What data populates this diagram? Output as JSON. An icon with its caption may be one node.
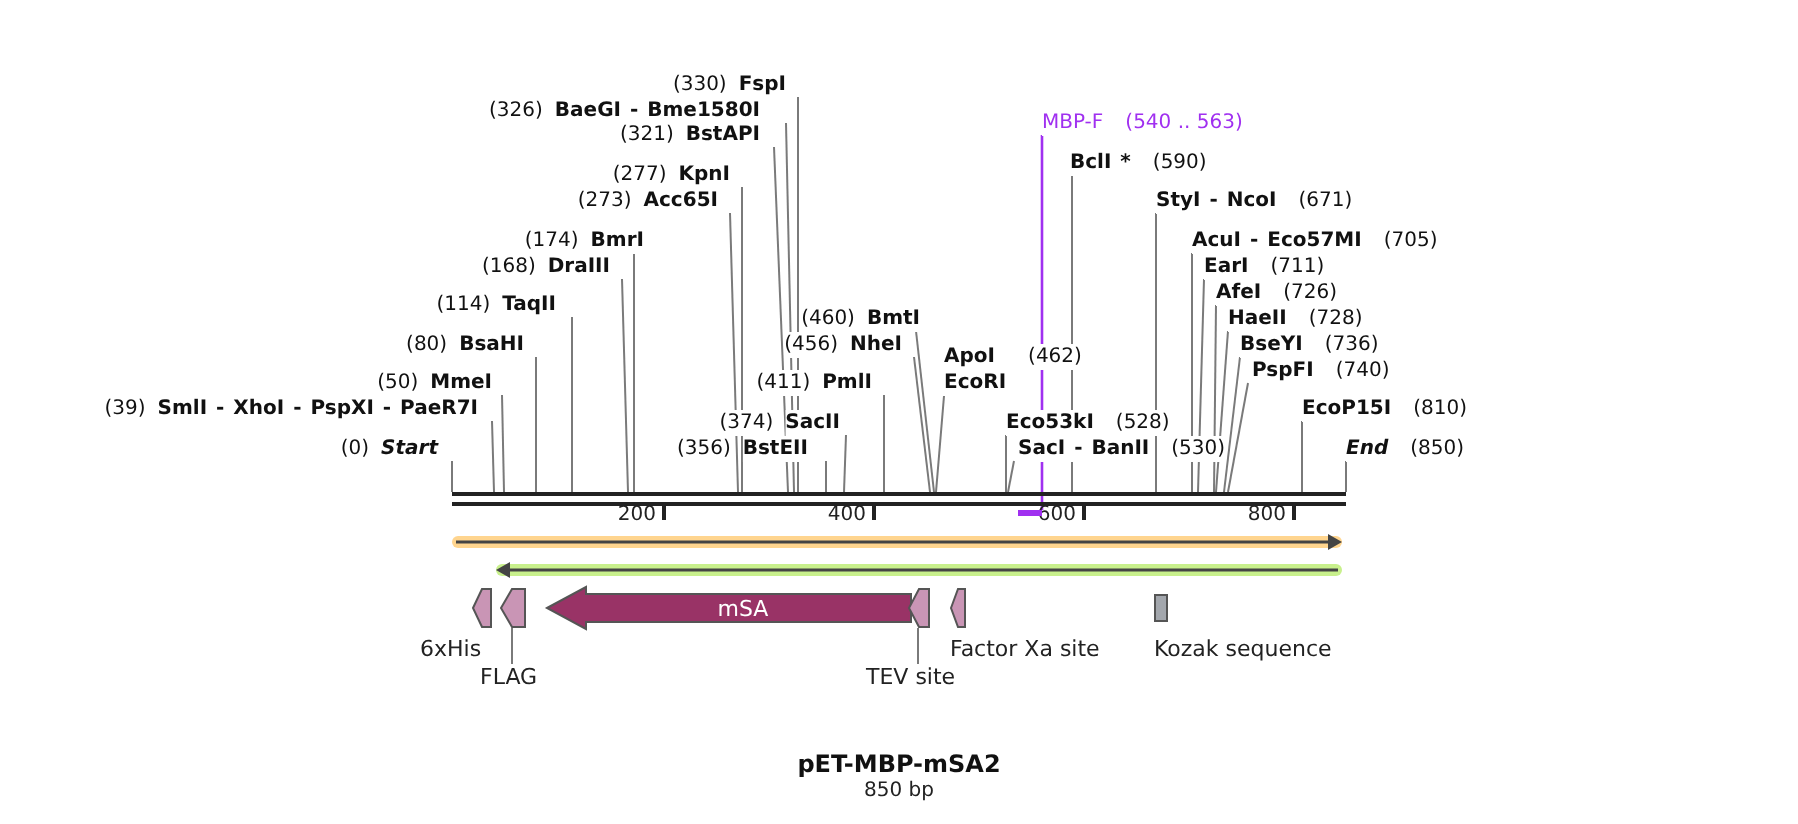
{
  "diagram": {
    "title": "pET-MBP-mSA2",
    "caption": "850 bp",
    "nodes": [
      {
        "text": [
          "(330)",
          "FspI"
        ]
      },
      {
        "text": [
          "(326)",
          "BaeGI - Bme1580I"
        ]
      },
      {
        "text": [
          "MBP-F",
          "(540 .. 563)"
        ]
      },
      {
        "text": [
          "(321)",
          "BstAPI"
        ]
      },
      {
        "text": [
          "BclI *",
          "(590)"
        ]
      },
      {
        "text": [
          "(277)",
          "KpnI"
        ]
      },
      {
        "text": [
          "(273)",
          "Acc65I"
        ]
      },
      {
        "text": [
          "StyI - NcoI",
          "(671)"
        ]
      },
      {
        "text": [
          "(174)",
          "BmrI"
        ]
      },
      {
        "text": [
          "AcuI - Eco57MI",
          "(705)"
        ]
      },
      {
        "text": [
          "(168)",
          "DraIII"
        ]
      },
      {
        "text": [
          "EarI",
          "(711)"
        ]
      },
      {
        "text": [
          "AfeI",
          "(726)"
        ]
      },
      {
        "text": [
          "(114)",
          "TaqII"
        ]
      },
      {
        "text": [
          "(460)",
          "BmtI"
        ]
      },
      {
        "text": [
          "HaeII",
          "(728)"
        ]
      },
      {
        "text": [
          "(80)",
          "BsaHI"
        ]
      },
      {
        "text": [
          "(456)",
          "NheI"
        ]
      },
      {
        "text": [
          "BseYI",
          "(736)"
        ]
      },
      {
        "text": [
          "ApoI EcoRI",
          "(462)"
        ]
      },
      {
        "text": [
          "(50)",
          "MmeI"
        ]
      },
      {
        "text": [
          "PspFI",
          "(740)"
        ]
      },
      {
        "text": [
          "(39)",
          "SmlI - XhoI - PspXI - PaeR7I"
        ]
      },
      {
        "text": [
          "EcoP15I",
          "(810)"
        ]
      },
      {
        "text": [
          "(411)",
          "PmlI"
        ]
      },
      {
        "text": [
          "(374)",
          "SacII"
        ]
      },
      {
        "text": [
          "Eco53kI",
          "(528)"
        ]
      },
      {
        "text": [
          "(0)",
          "Start"
        ]
      },
      {
        "text": [
          "(356)",
          "BstEII"
        ]
      },
      {
        "text": [
          "SacI - BanII",
          "(530)"
        ]
      },
      {
        "text": [
          "End",
          "(850)"
        ]
      },
      {
        "text": [],
        "shape": "bar"
      },
      {
        "text": [],
        "shape": "arrow"
      },
      {
        "text": [],
        "shape": "arrow"
      },
      {
        "text": [],
        "shape": "arrow",
        "beside": [
          "6xHis"
        ]
      },
      {
        "text": [],
        "shape": "arrow"
      },
      {
        "text": [
          "mSA"
        ]
      },
      {
        "text": [],
        "shape": "arrow"
      },
      {
        "text": [],
        "shape": "arrow",
        "beside": [
          "Factor Xa site"
        ]
      },
      {
        "text": [],
        "shape": "box",
        "beside": [
          "Kozak sequence"
        ]
      },
      {
        "text": [
          "FLAG"
        ]
      },
      {
        "text": [
          "TEV site"
        ]
      },
      {
        "text": [],
        "shape": "bar"
      }
    ],
    "edges": [
      {
        "from": 0,
        "to": 31,
        "arrow": "none"
      },
      {
        "from": 1,
        "to": 31,
        "arrow": "none"
      },
      {
        "from": 2,
        "to": 42,
        "arrow": "none",
        "color": "#a030f0"
      },
      {
        "from": 3,
        "to": 31,
        "arrow": "none"
      },
      {
        "from": 4,
        "to": 31,
        "arrow": "none"
      },
      {
        "from": 5,
        "to": 31,
        "arrow": "none"
      },
      {
        "from": 6,
        "to": 31,
        "arrow": "none"
      },
      {
        "from": 7,
        "to": 31,
        "arrow": "none"
      },
      {
        "from": 8,
        "to": 31,
        "arrow": "none"
      },
      {
        "from": 9,
        "to": 31,
        "arrow": "none"
      },
      {
        "from": 10,
        "to": 31,
        "arrow": "none"
      },
      {
        "from": 11,
        "to": 31,
        "arrow": "none"
      },
      {
        "from": 12,
        "to": 31,
        "arrow": "none"
      },
      {
        "from": 13,
        "to": 31,
        "arrow": "none"
      },
      {
        "from": 14,
        "to": 31,
        "arrow": "none"
      },
      {
        "from": 15,
        "to": 31,
        "arrow": "none"
      },
      {
        "from": 16,
        "to": 31,
        "arrow": "none"
      },
      {
        "from": 17,
        "to": 31,
        "arrow": "none"
      },
      {
        "from": 18,
        "to": 31,
        "arrow": "none"
      },
      {
        "from": 19,
        "to": 31,
        "arrow": "none"
      },
      {
        "from": 20,
        "to": 31,
        "arrow": "none"
      },
      {
        "from": 21,
        "to": 31,
        "arrow": "none"
      },
      {
        "from": 22,
        "to": 31,
        "arrow": "none"
      },
      {
        "from": 23,
        "to": 31,
        "arrow": "none"
      },
      {
        "from": 24,
        "to": 31,
        "arrow": "none"
      },
      {
        "from": 25,
        "to": 31,
        "arrow": "none"
      },
      {
        "from": 26,
        "to": 31,
        "arrow": "none"
      },
      {
        "from": 27,
        "to": 31,
        "arrow": "none"
      },
      {
        "from": 28,
        "to": 31,
        "arrow": "none"
      },
      {
        "from": 29,
        "to": 31,
        "arrow": "none"
      },
      {
        "from": 30,
        "to": 31,
        "arrow": "none"
      },
      {
        "from": 40,
        "to": 35,
        "arrow": "none"
      },
      {
        "from": 41,
        "to": 37,
        "arrow": "none"
      }
    ],
    "labels": [
      "200",
      "400",
      "600",
      "800"
    ]
  }
}
